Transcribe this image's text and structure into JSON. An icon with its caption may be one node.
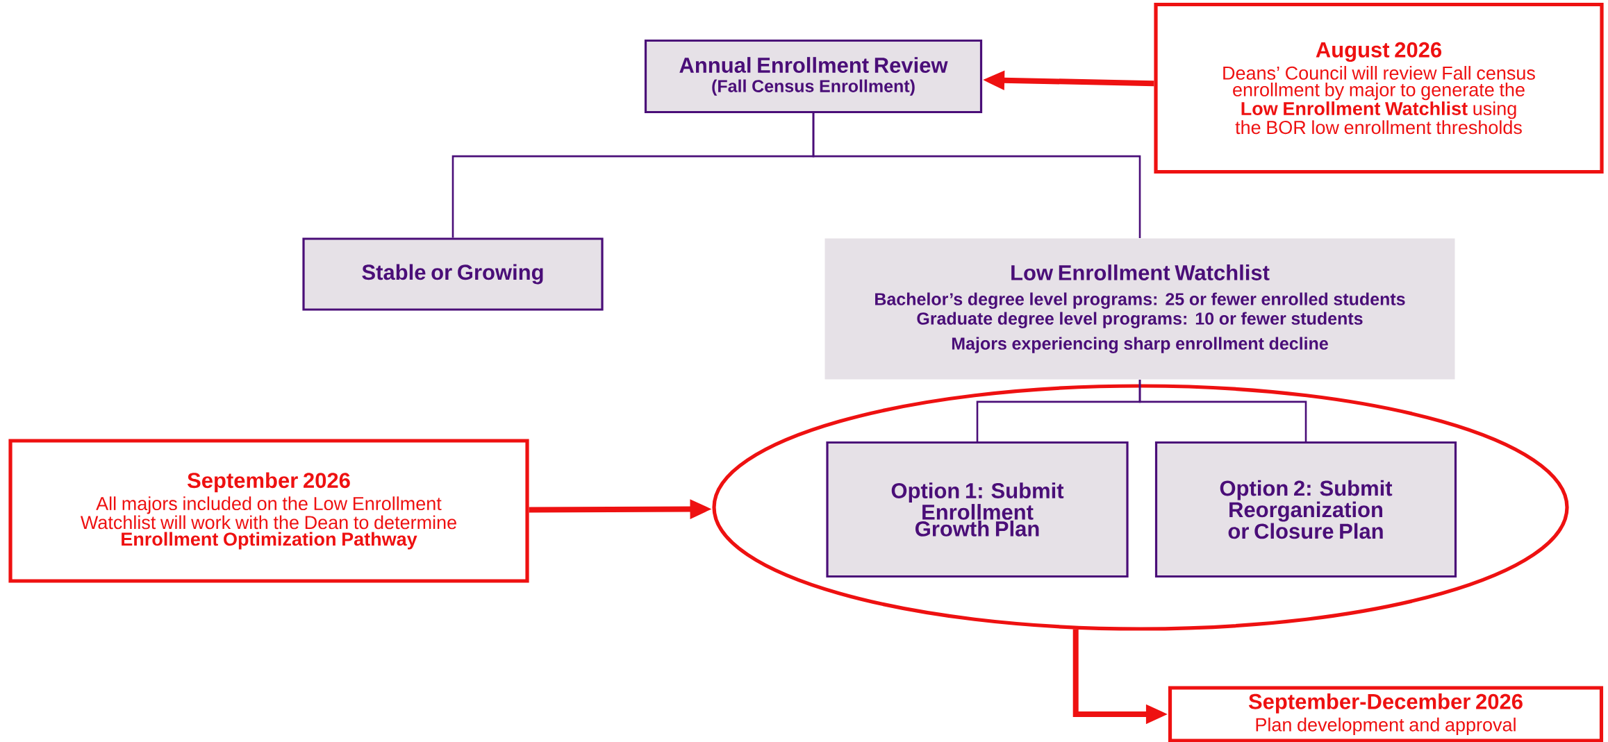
{
  "diagram": {
    "nodes": [
      {
        "text": [
          "Annual Enrollment Review",
          "(Fall Census Enrollment)"
        ]
      },
      {
        "text": [
          "August 2026",
          "Deans’ Council will review Fall census enrollment by major to generate the **Low Enrollment Watchlist** using the BOR low enrollment thresholds"
        ]
      },
      {
        "text": [
          "Stable or Growing"
        ]
      },
      {
        "text": [
          "Low Enrollment Watchlist",
          "Bachelor’s degree level programs: 25 or fewer enrolled students",
          "Graduate degree level programs: 10 or fewer students",
          "Majors experiencing sharp enrollment decline"
        ]
      },
      {
        "text": [
          "September 2026",
          "All majors included on the Low Enrollment Watchlist will work with the Dean to determine **Enrollment Optimization Pathway**"
        ]
      },
      {
        "text": [],
        "shape": "ellipse"
      },
      {
        "text": [
          "Option 1: Submit Enrollment Growth Plan"
        ],
        "in": 5
      },
      {
        "text": [
          "Option 2: Submit Reorganization or Closure Plan"
        ],
        "in": 5
      },
      {
        "text": [
          "September-December 2026",
          "Plan development and approval"
        ]
      }
    ],
    "edges": [
      {
        "from": 1,
        "to": 0,
        "arrow": "to",
        "style": "thick",
        "color": "#ee1111"
      },
      {
        "from": 0,
        "to": 2,
        "arrow": "none"
      },
      {
        "from": 0,
        "to": 3,
        "arrow": "none"
      },
      {
        "from": 3,
        "to": 6,
        "arrow": "none"
      },
      {
        "from": 3,
        "to": 7,
        "arrow": "none"
      },
      {
        "from": 4,
        "to": 5,
        "arrow": "to",
        "style": "thick",
        "color": "#ee1111"
      },
      {
        "from": 5,
        "to": 8,
        "arrow": "to",
        "style": "thick",
        "color": "#ee1111"
      }
    ]
  }
}
